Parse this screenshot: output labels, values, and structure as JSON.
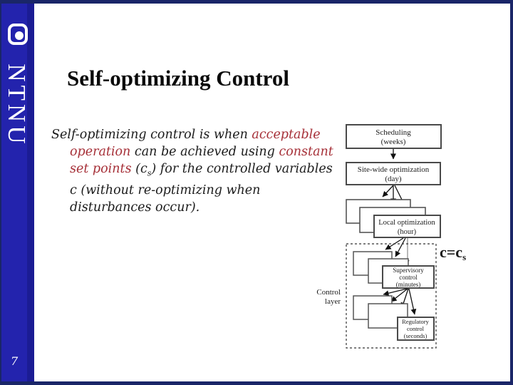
{
  "slide": {
    "title": "Self-optimizing Control",
    "page_number": "7"
  },
  "sidebar": {
    "logo_text": "NTNU"
  },
  "body": {
    "seg1": "Self-optimizing control is when ",
    "seg2_red": "acceptable operation",
    "seg3": " can be achieved using ",
    "seg4_red": "constant set points",
    "seg5": " (c",
    "seg6_sub": "s",
    "seg7": ") for the controlled variables c (without re-optimizing when disturbances occur)."
  },
  "annotation": {
    "c_eq": "c=c",
    "c_sub": "s"
  },
  "diagram": {
    "scheduling": {
      "line1": "Scheduling",
      "line2": "(weeks)"
    },
    "sitewide": {
      "line1": "Site-wide optimization",
      "line2": "(day)"
    },
    "local": {
      "line1": "Local optimization",
      "line2": "(hour)"
    },
    "supervisory": {
      "line1": "Supervisory",
      "line2": "control",
      "line3": "(minutes)"
    },
    "regulatory": {
      "line1": "Regulatory",
      "line2": "control",
      "line3": "(seconds)"
    },
    "control_layer": {
      "line1": "Control",
      "line2": "layer"
    }
  },
  "colors": {
    "border_navy": "#1a2668",
    "sidebar_blue": "#2323ad",
    "body_red": "#a63038",
    "annotation_red": "#c00018",
    "box_border_gray": "#4a4a4a"
  }
}
